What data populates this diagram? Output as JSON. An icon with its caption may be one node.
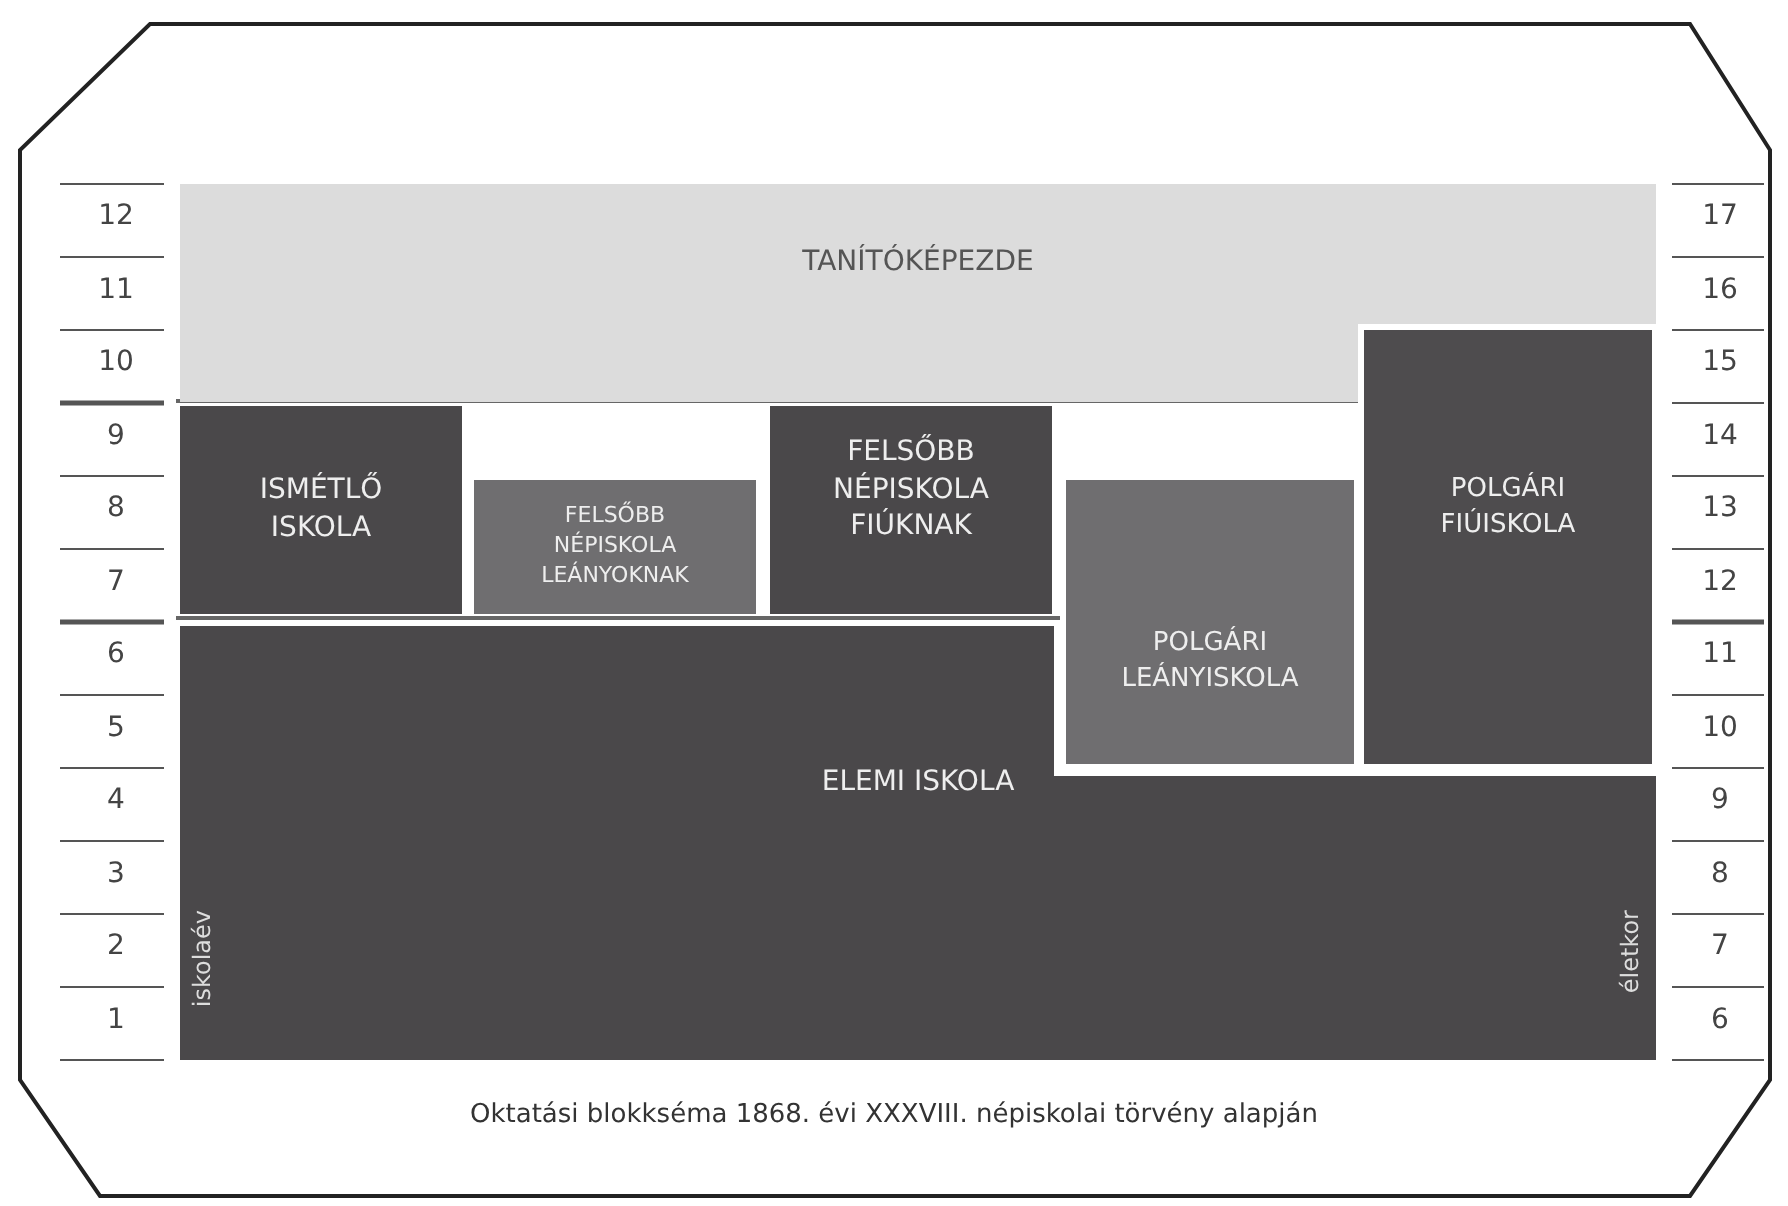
{
  "diagram": {
    "caption": "Oktatási blokkséma 1868. évi XXXVIII. népiskolai törvény alapján",
    "nodes": [
      {
        "text": [
          "TANÍTÓKÉPEZDE"
        ]
      },
      {
        "text": [
          "ISMÉTLŐ ISKOLA"
        ]
      },
      {
        "text": [
          "FELSŐBB NÉPISKOLA LEÁNYOKNAK"
        ]
      },
      {
        "text": [
          "FELSŐBB NÉPISKOLA FIÚKNAK"
        ]
      },
      {
        "text": [
          "POLGÁRI LEÁNYISKOLA"
        ]
      },
      {
        "text": [
          "POLGÁRI FIÚISKOLA"
        ]
      },
      {
        "text": [
          "ELEMI ISKOLA"
        ]
      }
    ],
    "labels": [
      "12",
      "17",
      "11",
      "16",
      "10",
      "15",
      "9",
      "14",
      "8",
      "13",
      "7",
      "12",
      "6",
      "11",
      "5",
      "10",
      "4",
      "9",
      "3",
      "8",
      "2",
      "7",
      "1",
      "6",
      "iskolaév",
      "életkor"
    ]
  }
}
